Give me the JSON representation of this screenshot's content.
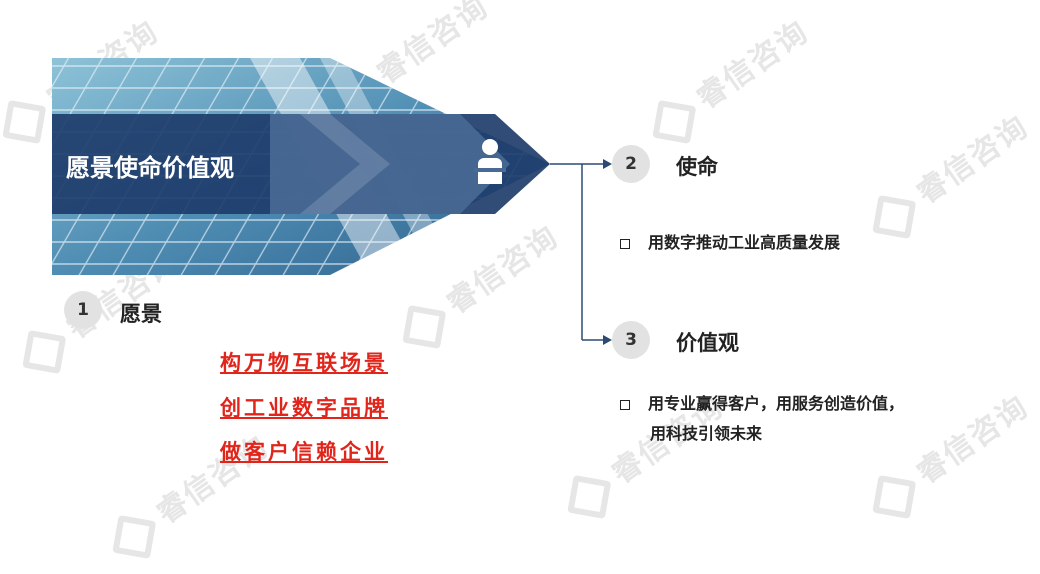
{
  "watermark": {
    "text": "睿信咨询"
  },
  "banner": {
    "title": "愿景使命价值观",
    "icon": "user-icon"
  },
  "vision": {
    "number": "1",
    "title": "愿景",
    "slogans": [
      "构万物互联场景",
      "创工业数字品牌",
      "做客户信赖企业"
    ],
    "slogan_color": "#e1251b"
  },
  "mission": {
    "number": "2",
    "title": "使命",
    "bullet": "用数字推动工业高质量发展"
  },
  "values": {
    "number": "3",
    "title": "价值观",
    "bullet_line1": "用专业赢得客户，用服务创造价值，",
    "bullet_line2": "用科技引领未来"
  },
  "colors": {
    "banner_dark": "#1e3d6b",
    "banner_mid": "#4a6a96",
    "accent_red": "#e1251b",
    "badge": "#e2e2e2"
  }
}
